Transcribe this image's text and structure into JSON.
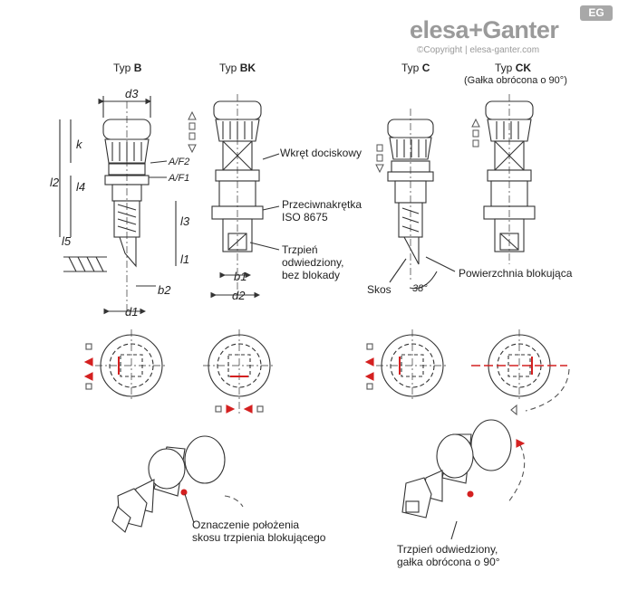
{
  "brand": {
    "logo_text": "elesa+Ganter",
    "badge": "EG",
    "copyright": "©Copyright | elesa-ganter.com"
  },
  "types": {
    "b": {
      "prefix": "Typ",
      "code": "B"
    },
    "bk": {
      "prefix": "Typ",
      "code": "BK"
    },
    "c": {
      "prefix": "Typ",
      "code": "C"
    },
    "ck": {
      "prefix": "Typ",
      "code": "CK",
      "note": "(Gałka obrócona o 90°)"
    }
  },
  "dimensions": {
    "d3": "d3",
    "k": "k",
    "af2": "A/F2",
    "af1": "A/F1",
    "l2": "l2",
    "l4": "l4",
    "l3": "l3",
    "l5": "l5",
    "l1": "l1",
    "b1": "b1",
    "b2": "b2",
    "d1": "d1",
    "d2": "d2",
    "angle": "38°"
  },
  "callouts": {
    "set_screw": "Wkręt dociskowy",
    "locknut_line1": "Przeciwnakrętka",
    "locknut_line2": "ISO 8675",
    "pin_line1": "Trzpień",
    "pin_line2": "odwiedziony,",
    "pin_line3": "bez blokady",
    "locking_surface": "Powierzchnia blokująca",
    "bevel": "Skos",
    "marking_line1": "Oznaczenie położenia",
    "marking_line2": "skosu trzpienia blokującego",
    "retracted_line1": "Trzpień odwiedziony,",
    "retracted_line2": "gałka obrócona o 90°"
  },
  "colors": {
    "line": "#333333",
    "accent_red": "#d42020",
    "logo_gray": "#9a9a9a"
  }
}
